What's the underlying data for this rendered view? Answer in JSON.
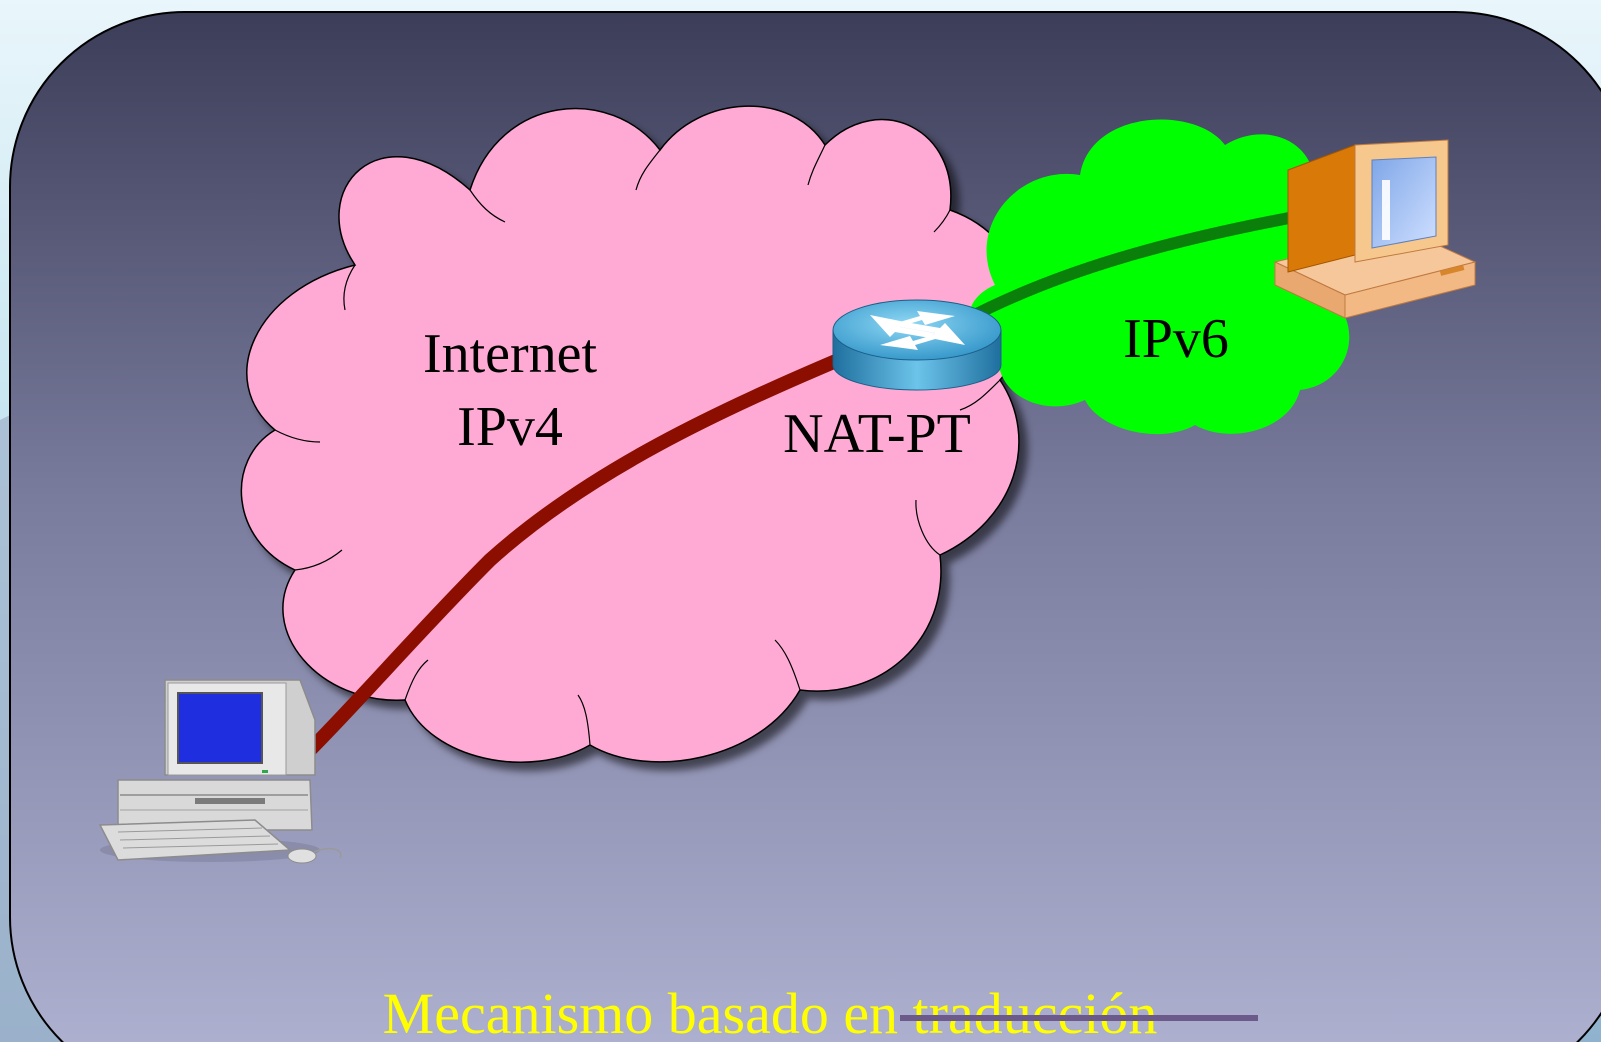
{
  "labels": {
    "internet_line1": "Internet",
    "internet_line2": "IPv4",
    "nat_pt": "NAT-PT",
    "ipv6": "IPv6"
  },
  "caption": "Mecanismo basado en traducción",
  "colors": {
    "ipv4_cloud": "#ffaad4",
    "ipv6_cloud": "#00ff00",
    "ipv4_link": "#8b0e00",
    "ipv6_link": "#0a7f0a",
    "router": "#3aa6d6",
    "caption": "#ffff00",
    "panel_top": "#3c3d58",
    "panel_bottom": "#b2b4d4"
  },
  "icons": {
    "ipv4_host": "desktop-computer-icon",
    "ipv6_host": "tower-computer-icon",
    "router": "router-icon"
  }
}
